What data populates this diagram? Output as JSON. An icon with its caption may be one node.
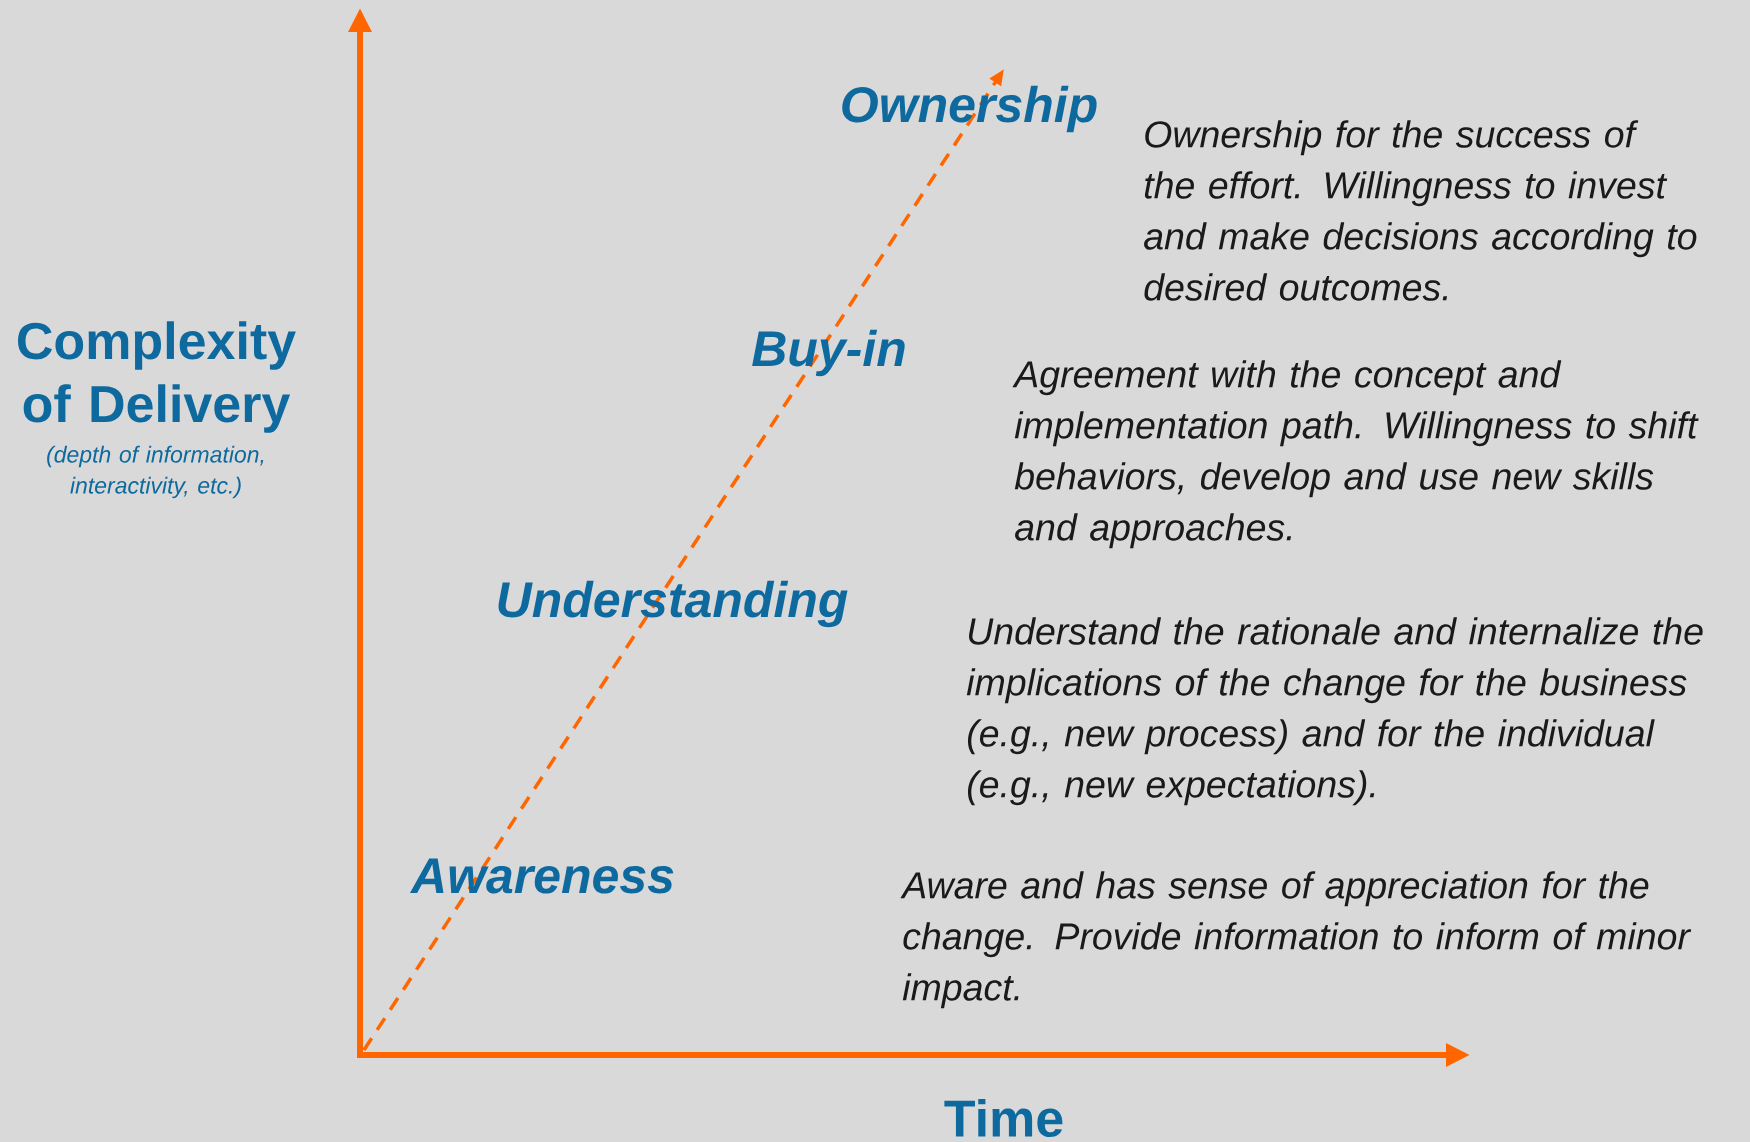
{
  "diagram": {
    "labels": [
      "Ownership",
      "Ownership for the success of the effort. Willingness to invest and make decisions according to desired outcomes.",
      "Complexity of Delivery",
      "Buy-in",
      "(depth of information, interactivity, etc.)",
      "Agreement with the concept and implementation path. Willingness to shift behaviors, develop and use new skills and approaches.",
      "Understanding",
      "Understand the rationale and internalize the implications of the change for the business (e.g., new process) and for the individual (e.g., new expectations).",
      "Awareness",
      "Aware and has sense of appreciation for the change. Provide information to inform of minor impact.",
      "Time"
    ]
  }
}
